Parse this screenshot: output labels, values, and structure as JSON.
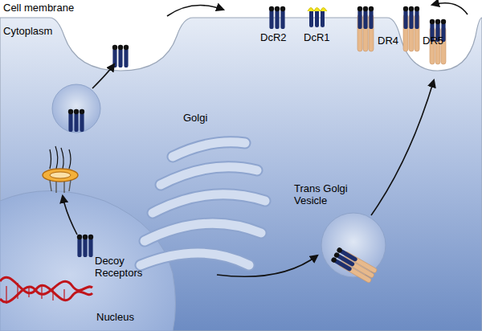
{
  "diagram": {
    "labels": [
      "Cell membrane",
      "Cytoplasm",
      "DcR2",
      "DcR1",
      "DR4",
      "DR5",
      "Golgi",
      "Trans Golgi Vesicle",
      "Decoy Receptors",
      "Nucleus"
    ]
  }
}
